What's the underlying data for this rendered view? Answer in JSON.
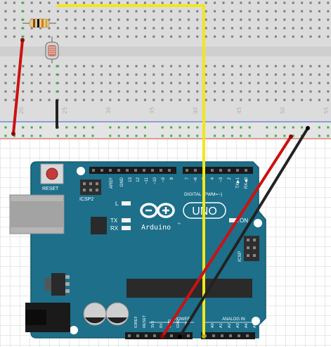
{
  "breadboard": {
    "column_numbers": [
      "20",
      "25",
      "30",
      "35",
      "40",
      "45",
      "50",
      "55"
    ]
  },
  "components": {
    "resistor": "resistor",
    "photocell": "photocell"
  },
  "board": {
    "logo_text": "Arduino",
    "logo_tm": "™",
    "uno_text": "UNO",
    "reset_label": "RESET",
    "icsp2_label": "ICSP2",
    "icsp_label": "ICSP",
    "led_l": "L",
    "led_tx": "TX",
    "led_rx": "RX",
    "on_label": "ON",
    "digital_label": "DIGITAL (PWM=~)",
    "power_label": "POWER",
    "analog_label": "ANALOG IN",
    "top_pins_left": [
      "AREF",
      "GND",
      "13",
      "12",
      "~11",
      "~10",
      "~9",
      "8"
    ],
    "top_pins_right": [
      "7",
      "~6",
      "~5",
      "4",
      "~3",
      "2",
      "TX▶1",
      "RX◀0"
    ],
    "power_pins": [
      "IOREF",
      "RESET",
      "3V3",
      "5V",
      "GND",
      "GND",
      "VIN"
    ],
    "analog_pins": [
      "A0",
      "A1",
      "A2",
      "A3",
      "A4",
      "A5"
    ]
  },
  "colors": {
    "board": "#1d6f8a",
    "wire_red": "#cc1111",
    "wire_black": "#222222",
    "wire_yellow": "#f0e81a",
    "rail_red": "#e05050",
    "rail_blue": "#3a5ad0",
    "hole_green": "#3cb043"
  }
}
